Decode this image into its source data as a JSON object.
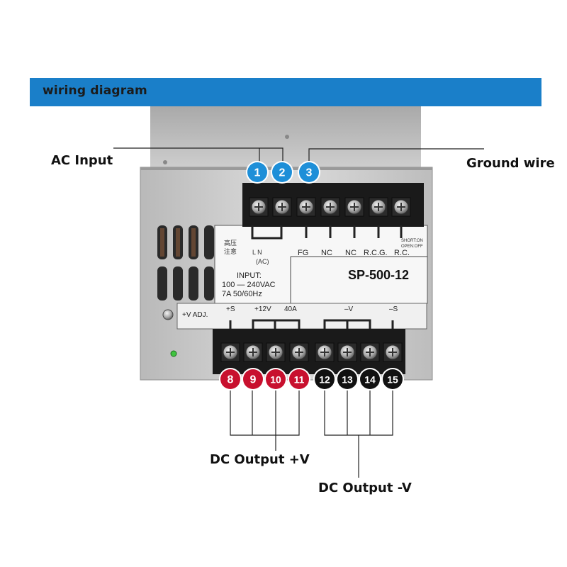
{
  "header": {
    "title": "wiring diagram"
  },
  "captions": {
    "ac_input": "AC Input",
    "ground_wire": "Ground wire",
    "dc_plus": "DC Output +V",
    "dc_minus": "DC Output -V"
  },
  "top_terminal_badges": [
    "1",
    "2",
    "3"
  ],
  "bottom_terminal_badges": [
    "8",
    "9",
    "10",
    "11",
    "12",
    "13",
    "14",
    "15"
  ],
  "panel_text": {
    "warning": [
      "高压",
      "注意"
    ],
    "ln": "L   N",
    "ac": "(AC)",
    "input_title": "INPUT:",
    "input_range": "100 — 240VAC",
    "input_rating": "7A    50/60Hz",
    "top_labels": [
      "FG",
      "NC",
      "NC",
      "R.C.G.",
      "R.C."
    ],
    "short_on": "SHORT:ON",
    "open_off": "OPEN:OFF",
    "model": "SP-500-12",
    "adj_label": "+V  ADJ.",
    "bottom_labels": [
      "+S",
      "+12V",
      "40A",
      "–V",
      "–S"
    ]
  },
  "colors": {
    "banner": "#1a7fc9",
    "badge_blue": "#1e8fd8",
    "badge_red": "#c8102e",
    "badge_black": "#111111",
    "chassis": "#c9c9c9"
  }
}
